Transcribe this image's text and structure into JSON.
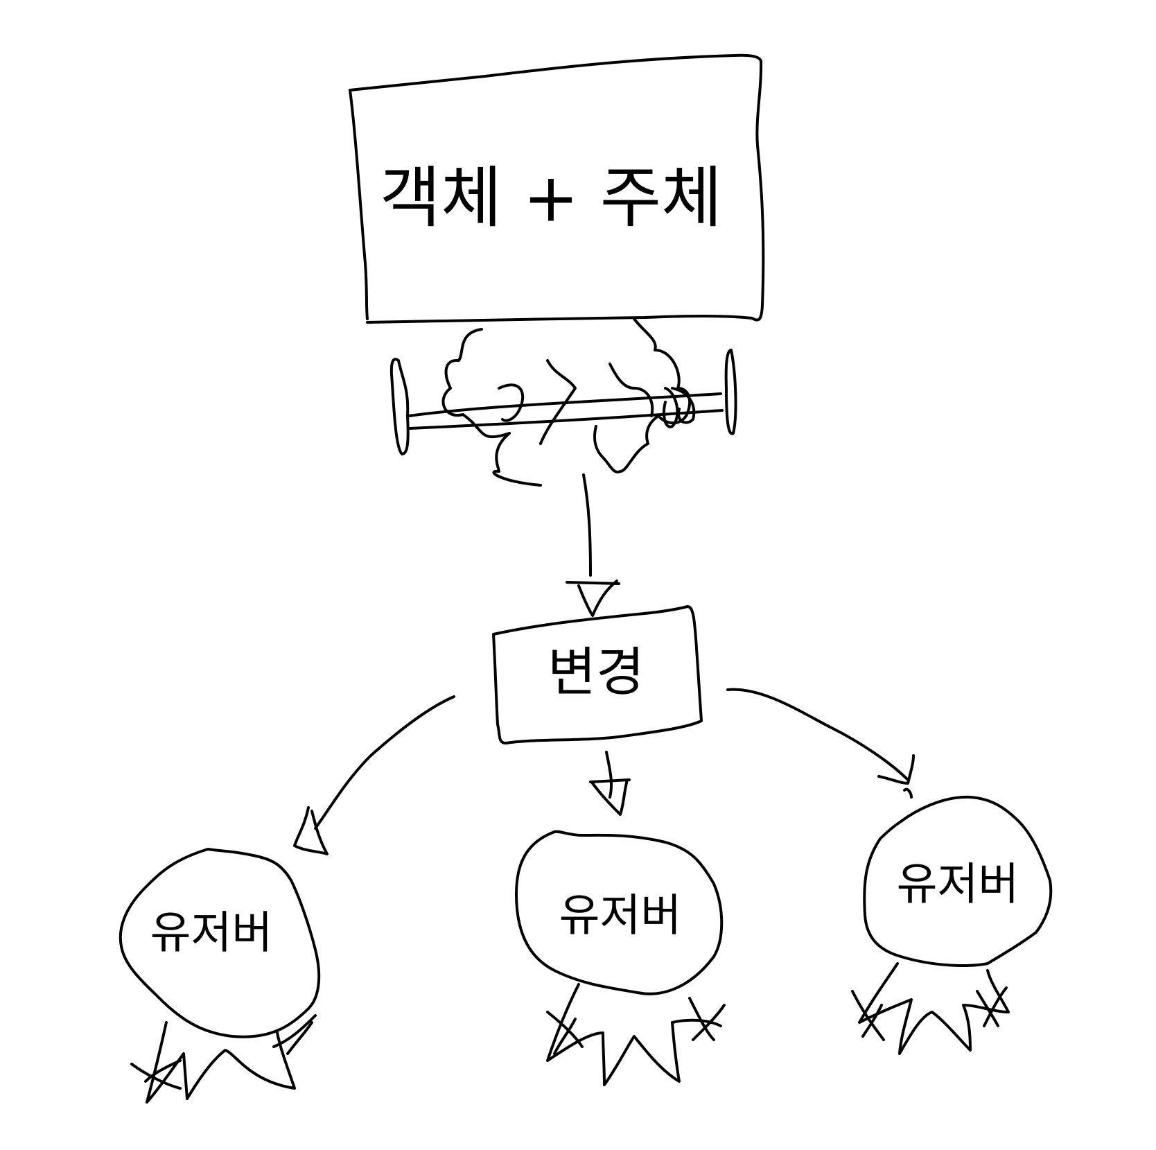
{
  "diagram": {
    "subject_object_box": {
      "label": "객체 + 주체"
    },
    "change_box": {
      "label": "변경"
    },
    "users": [
      {
        "label": "유저버"
      },
      {
        "label": "유저버"
      },
      {
        "label": "유저버"
      }
    ],
    "stroke_color": "#000000",
    "background_color": "#ffffff",
    "icons": [
      "scribbled-cloud-icon",
      "ribbon-tail-icon",
      "arrow-head-icon"
    ]
  }
}
